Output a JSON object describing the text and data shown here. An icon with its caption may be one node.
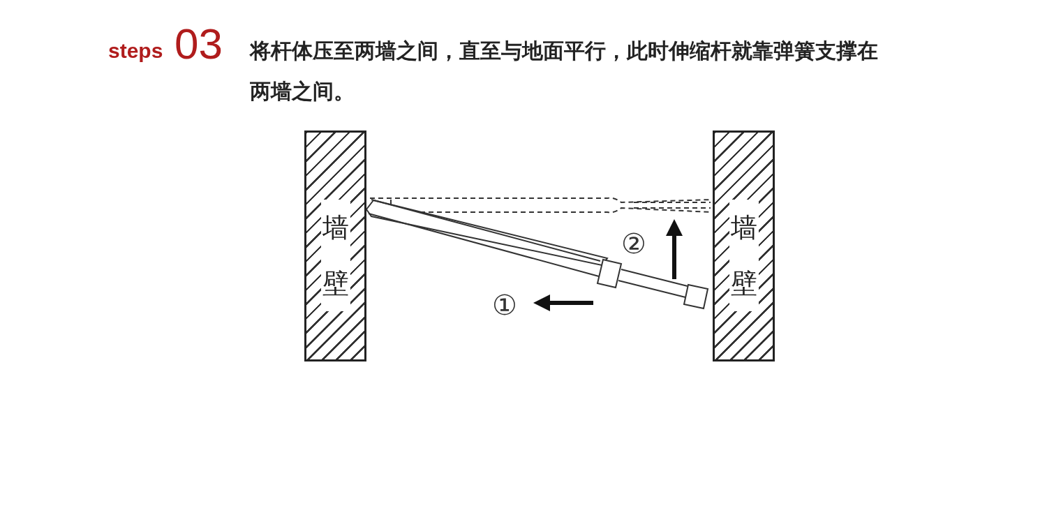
{
  "diagram": {
    "nodes": [
      {
        "text": [
          "墙壁"
        ]
      },
      {
        "text": [
          "墙壁"
        ]
      }
    ],
    "labels": [
      "steps",
      "03",
      "将杆体压至两墙之间，直至与地面平行，此时伸缩杆就靠弹簧支撑在两墙之间。",
      "①",
      "②"
    ]
  }
}
